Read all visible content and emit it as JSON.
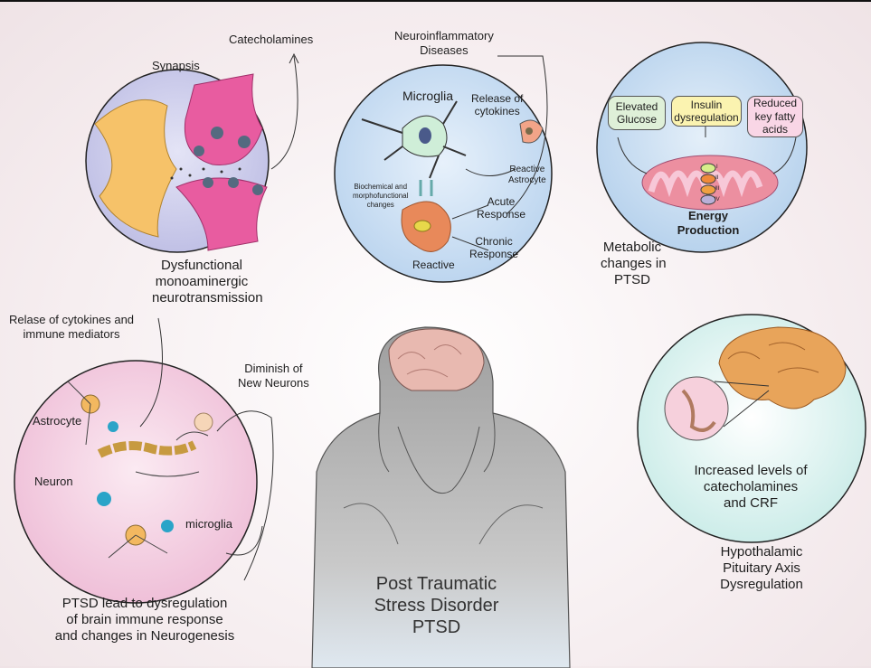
{
  "synapsis": {
    "label": "Synapsis",
    "catecholamines": "Catecholamines",
    "caption": [
      "Dysfunctional",
      "monoaminergic",
      "neurotransmission"
    ]
  },
  "neuroinflammation": {
    "title": [
      "Neuroinflammatory",
      "Diseases"
    ],
    "microglia": "Microglia",
    "release": [
      "Release of",
      "cytokines"
    ],
    "reactive_astrocyte": [
      "Reactive",
      "Astrocyte"
    ],
    "biochemical": [
      "Biochemical and",
      "morphofunctional",
      "changes"
    ],
    "acute": [
      "Acute",
      "Response"
    ],
    "chronic": [
      "Chronic",
      "Response"
    ],
    "reactive": "Reactive"
  },
  "metabolic": {
    "boxes": [
      {
        "label": "Elevated Glucose",
        "color": "#dff0d8"
      },
      {
        "label": "Insulin dysregulation",
        "color": "#fbf3b0"
      },
      {
        "label": "Reduced key fatty acids",
        "color": "#f9d6e6"
      }
    ],
    "complexes": [
      "I",
      "II",
      "III",
      "IV"
    ],
    "energy": [
      "Energy",
      "Production"
    ],
    "caption": [
      "Metabolic",
      "changes in",
      "PTSD"
    ]
  },
  "immune": {
    "release": [
      "Relase of cytokines and",
      "immune mediators"
    ],
    "diminish": [
      "Diminish of",
      "New Neurons"
    ],
    "astrocyte": "Astrocyte",
    "neuron": "Neuron",
    "microglia": "microglia",
    "caption": [
      "PTSD lead to dysregulation",
      "of brain immune response",
      "and changes in Neurogenesis"
    ]
  },
  "hpa": {
    "inner": [
      "Increased levels of",
      "catecholamines",
      "and CRF"
    ],
    "caption": [
      "Hypothalamic",
      "Pituitary Axis",
      "Dysregulation"
    ]
  },
  "center": {
    "title": [
      "Post Traumatic",
      "Stress Disorder",
      "PTSD"
    ]
  },
  "colors": {
    "synapsis_bg": "#c9c9ea",
    "microglia_bg": "#c6dcf1",
    "metabolic_bg": "#c3daf0",
    "immune_bg": "#f2cde0",
    "hpa_bg": "#d6efec",
    "person": "#a9a9a9"
  }
}
